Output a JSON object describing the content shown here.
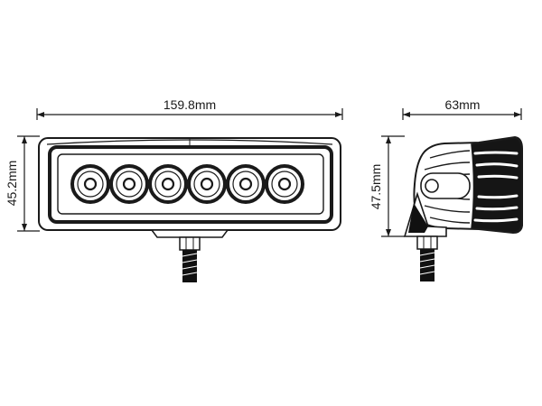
{
  "front_view": {
    "width_label": "159.8mm",
    "height_label": "45.2mm",
    "led_count": 6
  },
  "side_view": {
    "width_label": "63mm",
    "height_label": "47.5mm"
  },
  "colors": {
    "line": "#1a1a1a",
    "fill": "#ffffff",
    "dark": "#111111"
  }
}
